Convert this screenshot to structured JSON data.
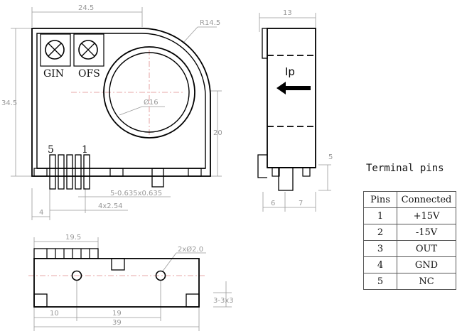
{
  "front_view": {
    "width_label": "24.5",
    "height_label": "34.5",
    "radius_label": "R14.5",
    "hole_label": "Ø16",
    "height2_label": "20",
    "pin_size_label": "5-0.635x0.635",
    "pin_pitch_label": "4x2.54",
    "edge_label": "4",
    "button_gin": "GIN",
    "button_ofs": "OFS",
    "pin_left": "5",
    "pin_right": "1"
  },
  "side_view": {
    "width_label": "13",
    "current_label": "Ip",
    "pin_len_label": "5",
    "dim_left": "6",
    "dim_right": "7"
  },
  "bottom_view": {
    "top_label": "19.5",
    "holes_label": "2xØ2.0",
    "dim_10": "10",
    "dim_19": "19",
    "dim_39": "39",
    "corner_label": "3-3x3"
  },
  "terminal_pins": {
    "title": "Terminal pins",
    "headers": [
      "Pins",
      "Connected"
    ],
    "rows": [
      [
        "1",
        "+15V"
      ],
      [
        "2",
        "-15V"
      ],
      [
        "3",
        "OUT"
      ],
      [
        "4",
        "GND"
      ],
      [
        "5",
        "NC"
      ]
    ]
  }
}
